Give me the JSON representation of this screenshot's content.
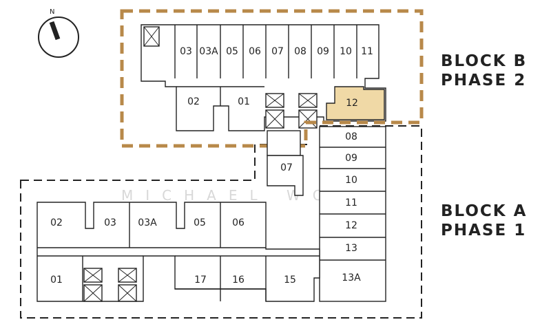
{
  "compass": {
    "label": "N"
  },
  "watermark": "MICHAEL WONG",
  "colors": {
    "highlight": "#f0d9a6",
    "phase2_border": "#b8894a",
    "lines": "#222222"
  },
  "blocks": {
    "b": {
      "line1": "BLOCK B",
      "line2": "PHASE 2"
    },
    "a": {
      "line1": "BLOCK A",
      "line2": "PHASE 1"
    }
  },
  "units": {
    "b03": "03",
    "b03a": "03A",
    "b05": "05",
    "b06": "06",
    "b07": "07",
    "b08": "08",
    "b09": "09",
    "b10": "10",
    "b11": "11",
    "b02": "02",
    "b01": "01",
    "b12": "12",
    "a08": "08",
    "a09": "09",
    "a10": "10",
    "a11": "11",
    "a12": "12",
    "a13": "13",
    "a13a": "13A",
    "a07": "07",
    "a02": "02",
    "a03": "03",
    "a03a": "03A",
    "a05": "05",
    "a06": "06",
    "a01": "01",
    "a17": "17",
    "a16": "16",
    "a15": "15"
  },
  "highlighted_unit": "Block B #12"
}
